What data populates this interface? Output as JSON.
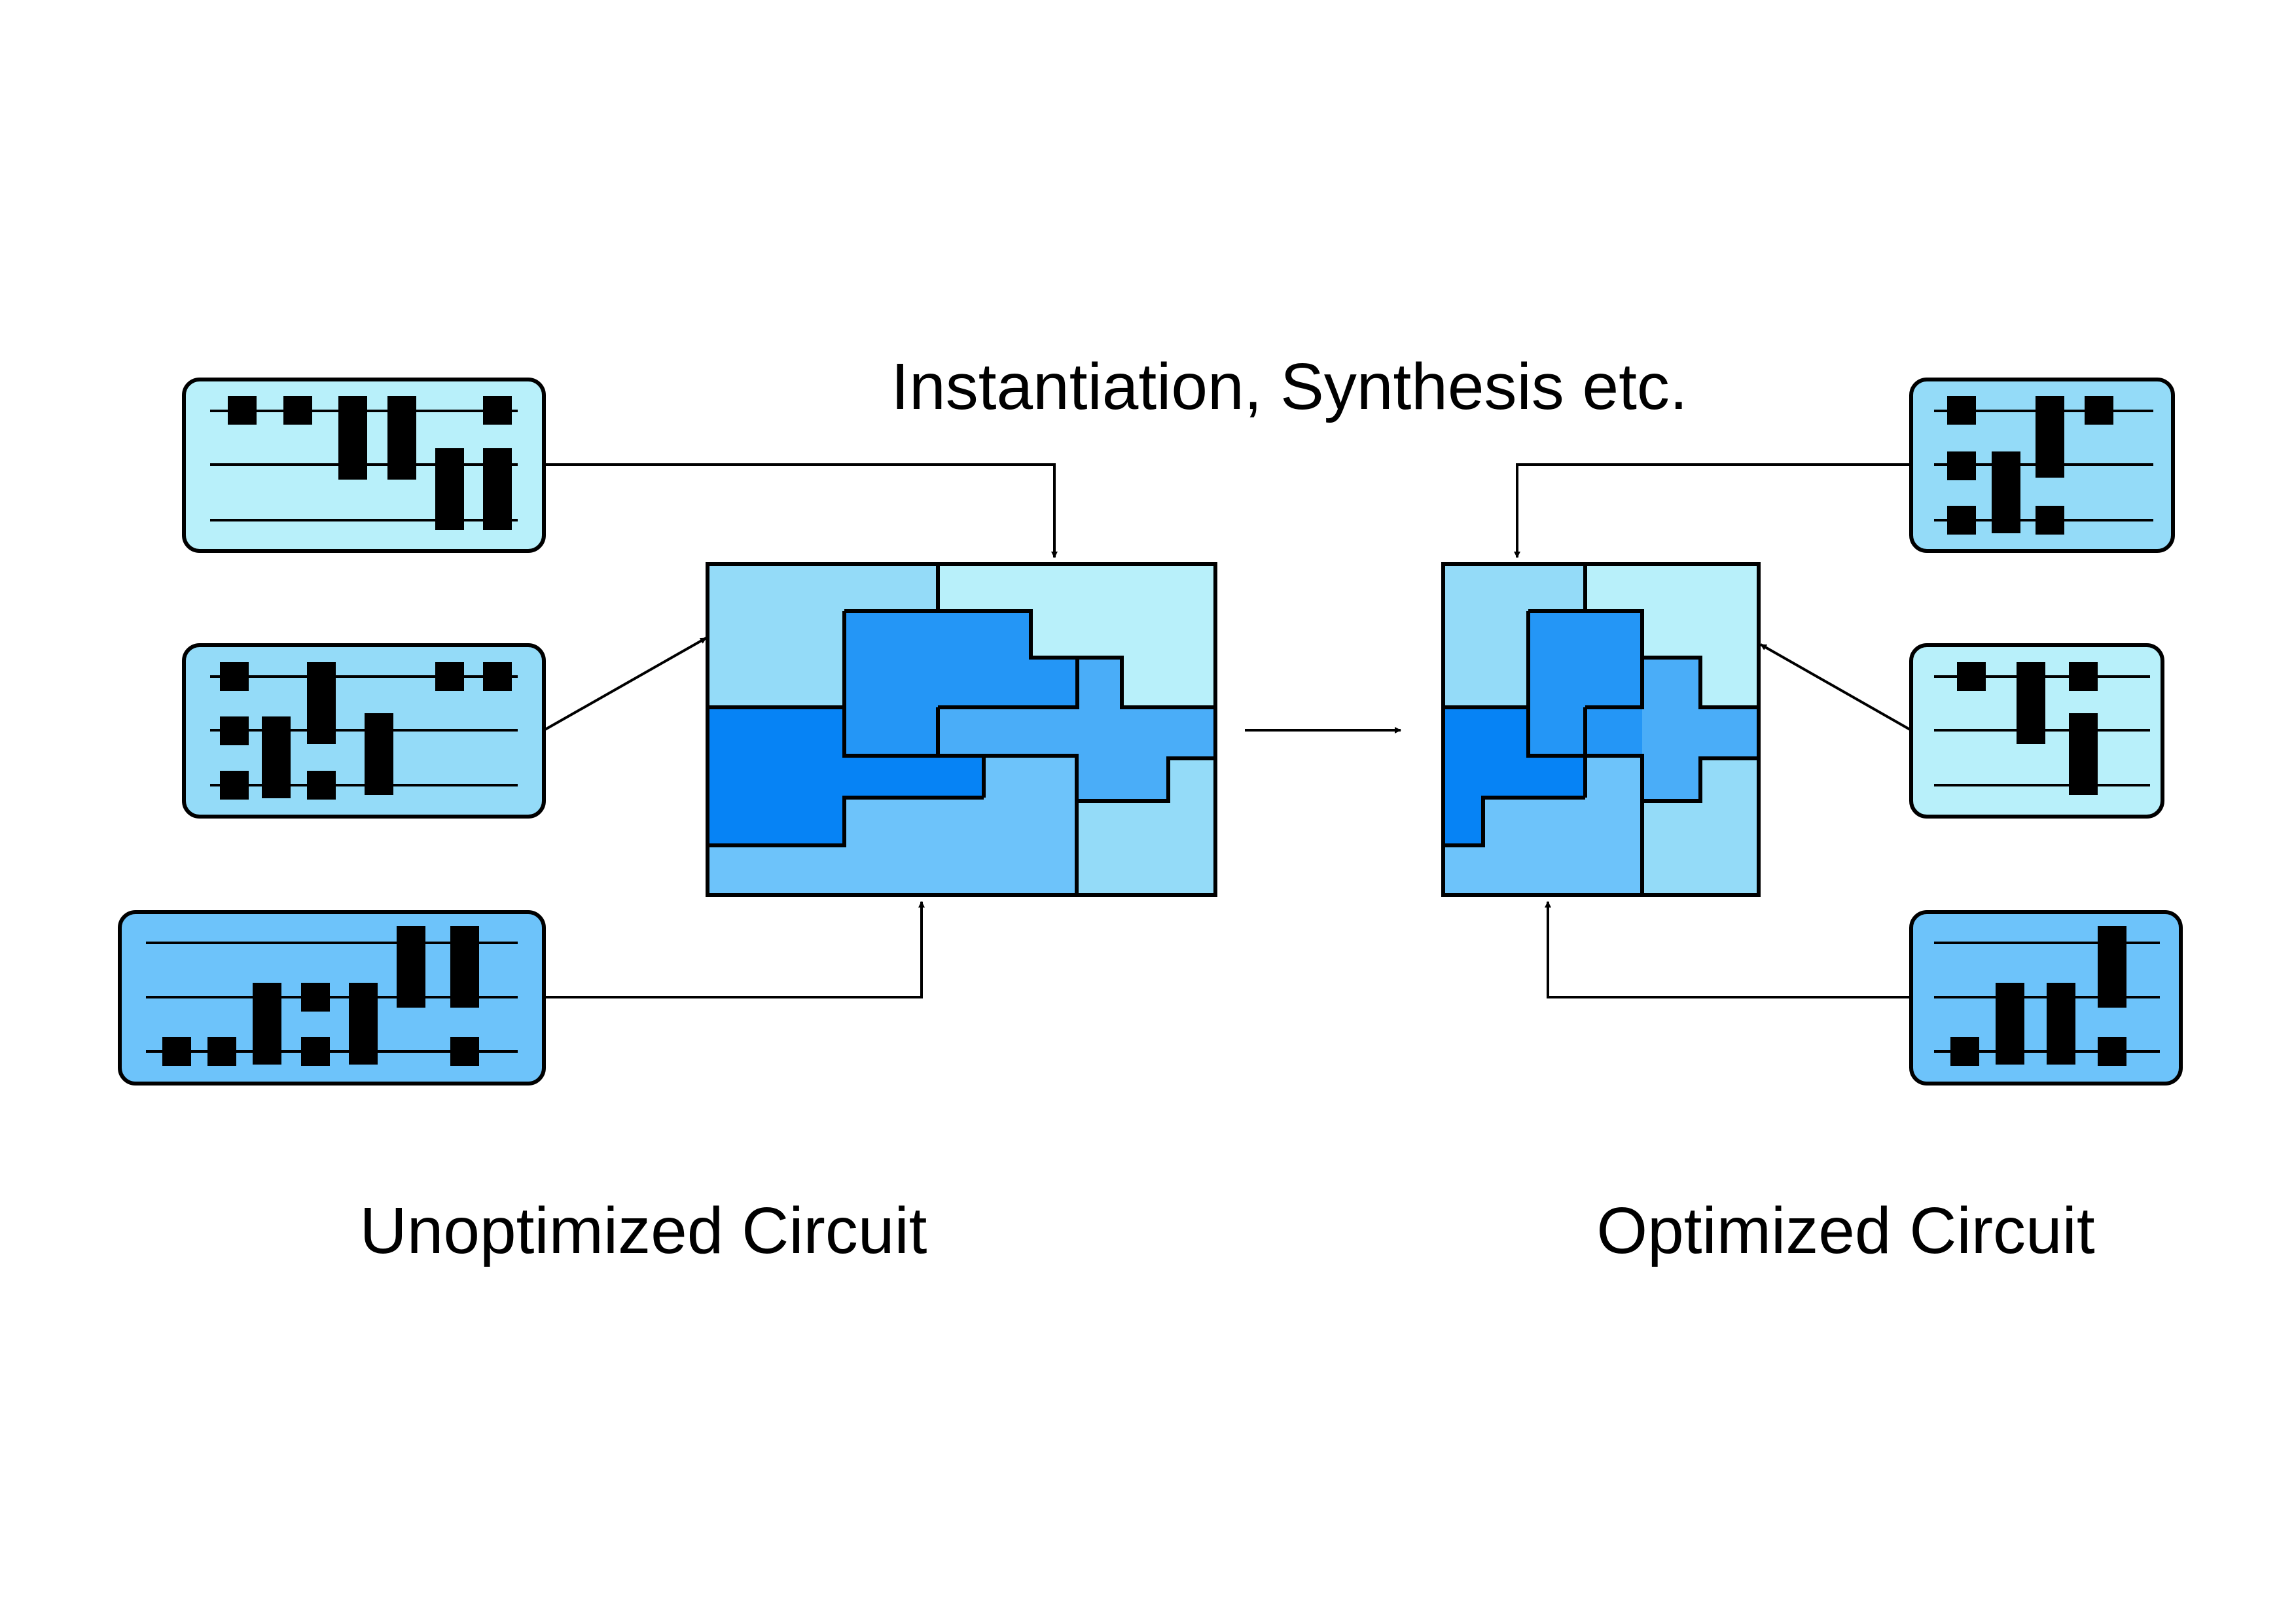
{
  "labels": {
    "process": "Instantiation, Synthesis etc.",
    "unoptimized": "Unoptimized Circuit",
    "optimized": "Optimized Circuit"
  },
  "colors": {
    "lightest": "#B8F0FA",
    "light": "#94DBF8",
    "medium": "#6DC3FA",
    "mid_blue": "#4AADF8",
    "bright": "#2496F6",
    "deep": "#0683F5",
    "stroke": "#000000"
  }
}
